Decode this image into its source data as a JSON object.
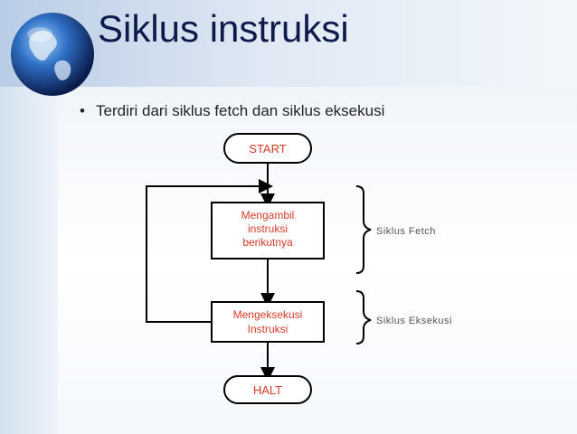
{
  "slide": {
    "title": "Siklus instruksi",
    "bullet": "Terdiri dari siklus fetch dan siklus eksekusi"
  },
  "flowchart": {
    "start": "START",
    "fetch_step": [
      "Mengambil",
      "instruksi",
      "berikutnya"
    ],
    "execute_step": [
      "Mengeksekusi",
      "Instruksi"
    ],
    "halt": "HALT",
    "fetch_label": "Siklus Fetch",
    "execute_label": "Siklus Eksekusi"
  },
  "colors": {
    "title": "#0d1a4a",
    "step_text": "#d23c2c",
    "brace_label": "#555555"
  },
  "icons": [
    "globe-icon",
    "bullet-dot-icon"
  ]
}
